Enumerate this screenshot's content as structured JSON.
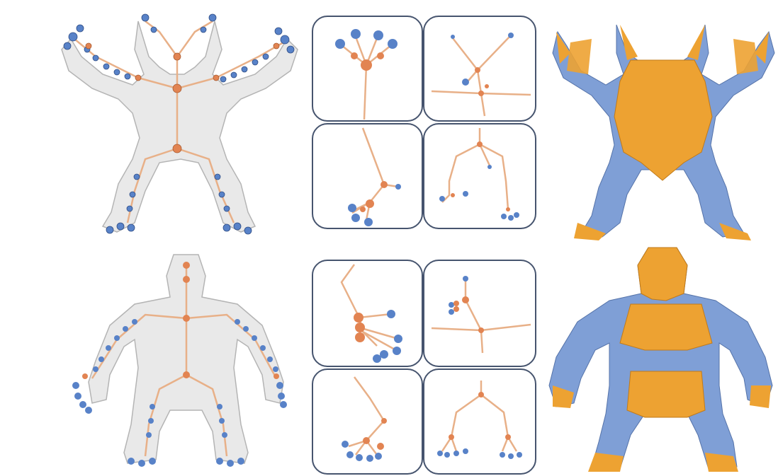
{
  "colors": {
    "joint_orange": "#e0814a",
    "joint_blue": "#4d7fc4",
    "bone": "#eab487",
    "mesh_fill": "#e4e4e4",
    "mesh_stroke": "#a9a9a9",
    "part_blue": "#7f9fd6",
    "part_orange": "#eda232",
    "card_border": "#46546e"
  },
  "rows": [
    {
      "subject": "armadillo",
      "panels": [
        "skeleton-in-transparent-mesh",
        "skeleton-part-cards",
        "segmented-mesh"
      ]
    },
    {
      "subject": "gorilla",
      "panels": [
        "skeleton-in-transparent-mesh",
        "skeleton-part-cards",
        "segmented-mesh"
      ]
    }
  ],
  "cards": [
    {
      "part": "hand"
    },
    {
      "part": "head"
    },
    {
      "part": "hand"
    },
    {
      "part": "legs"
    },
    {
      "part": "hand"
    },
    {
      "part": "head"
    },
    {
      "part": "hand"
    },
    {
      "part": "legs"
    }
  ]
}
